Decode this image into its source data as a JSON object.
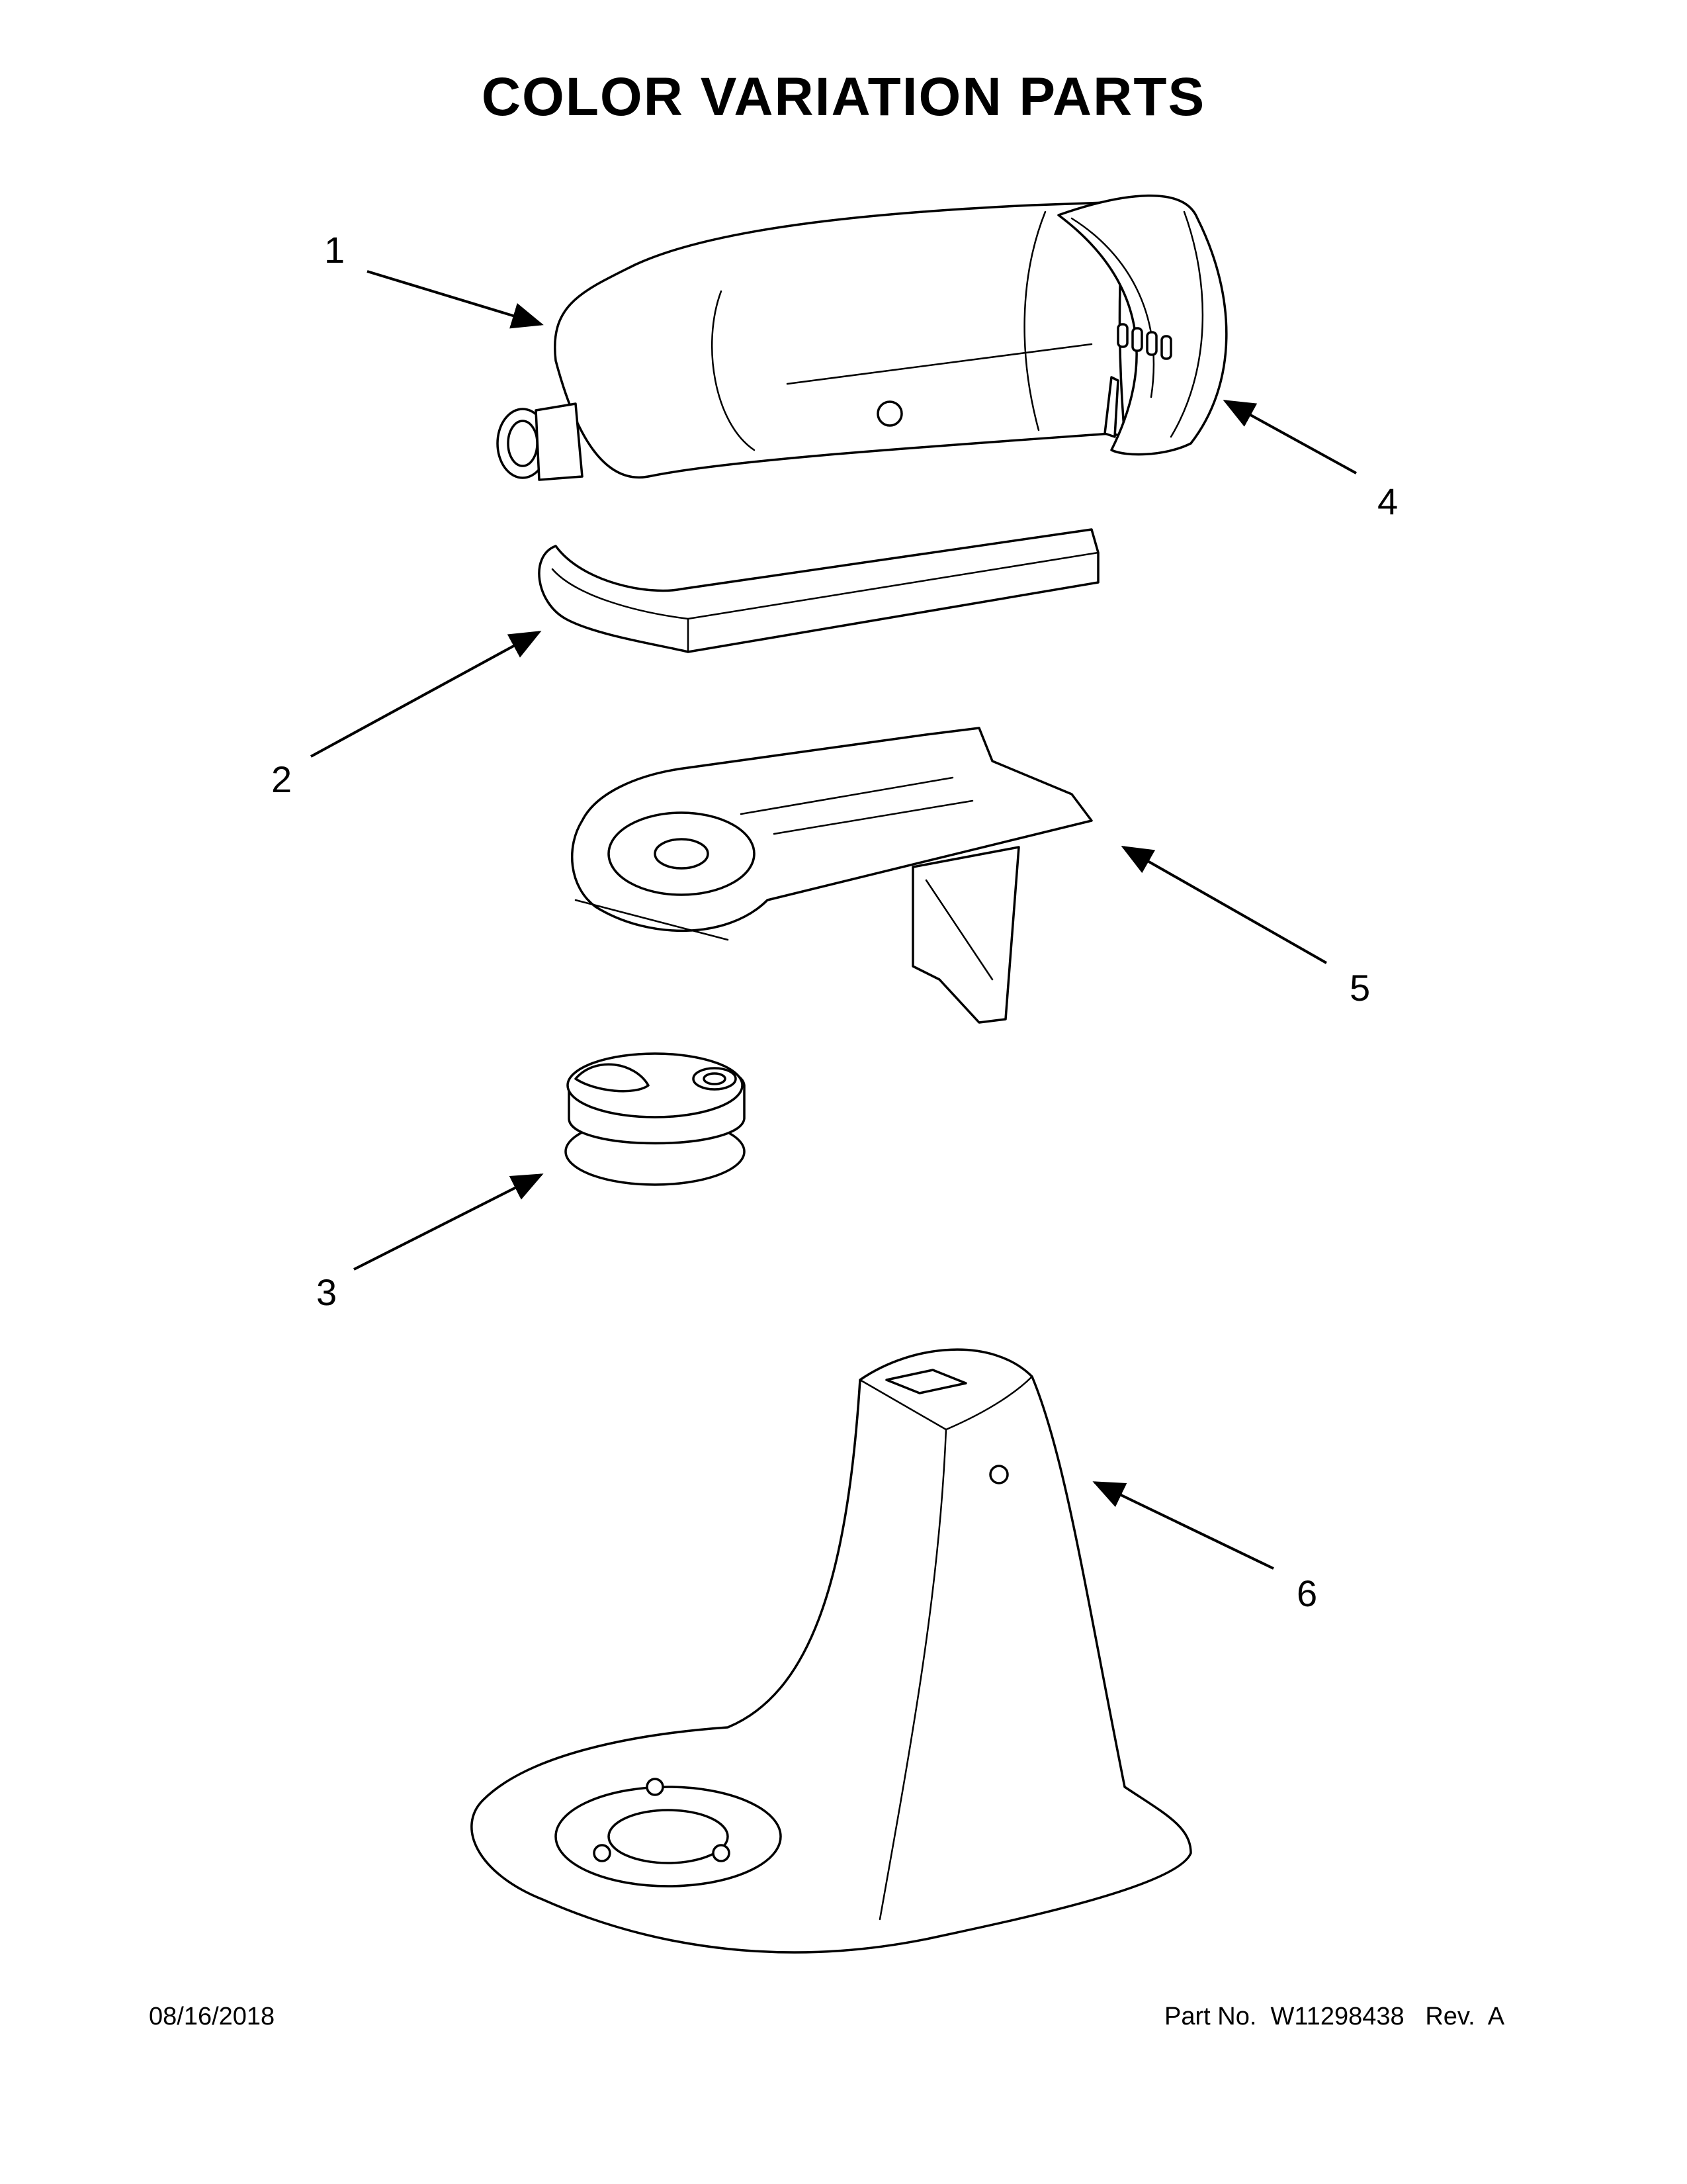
{
  "title": "COLOR VARIATION PARTS",
  "callouts": [
    {
      "id": "1",
      "label": "1"
    },
    {
      "id": "2",
      "label": "2"
    },
    {
      "id": "3",
      "label": "3"
    },
    {
      "id": "4",
      "label": "4"
    },
    {
      "id": "5",
      "label": "5"
    },
    {
      "id": "6",
      "label": "6"
    }
  ],
  "footer": {
    "date": "08/16/2018",
    "part_number_label": "Part No.",
    "part_number": "W11298438",
    "revision_label": "Rev.",
    "revision": "A"
  }
}
